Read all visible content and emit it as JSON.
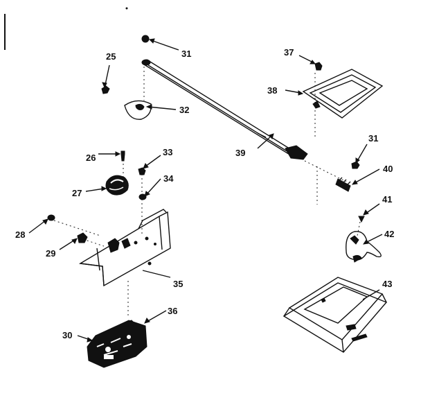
{
  "callouts": {
    "n25": "25",
    "n26": "26",
    "n27": "27",
    "n28": "28",
    "n29": "29",
    "n30": "30",
    "n31a": "31",
    "n31b": "31",
    "n32": "32",
    "n33": "33",
    "n34": "34",
    "n35": "35",
    "n36": "36",
    "n37": "37",
    "n38": "38",
    "n39": "39",
    "n40": "40",
    "n41": "41",
    "n42": "42",
    "n43": "43"
  }
}
